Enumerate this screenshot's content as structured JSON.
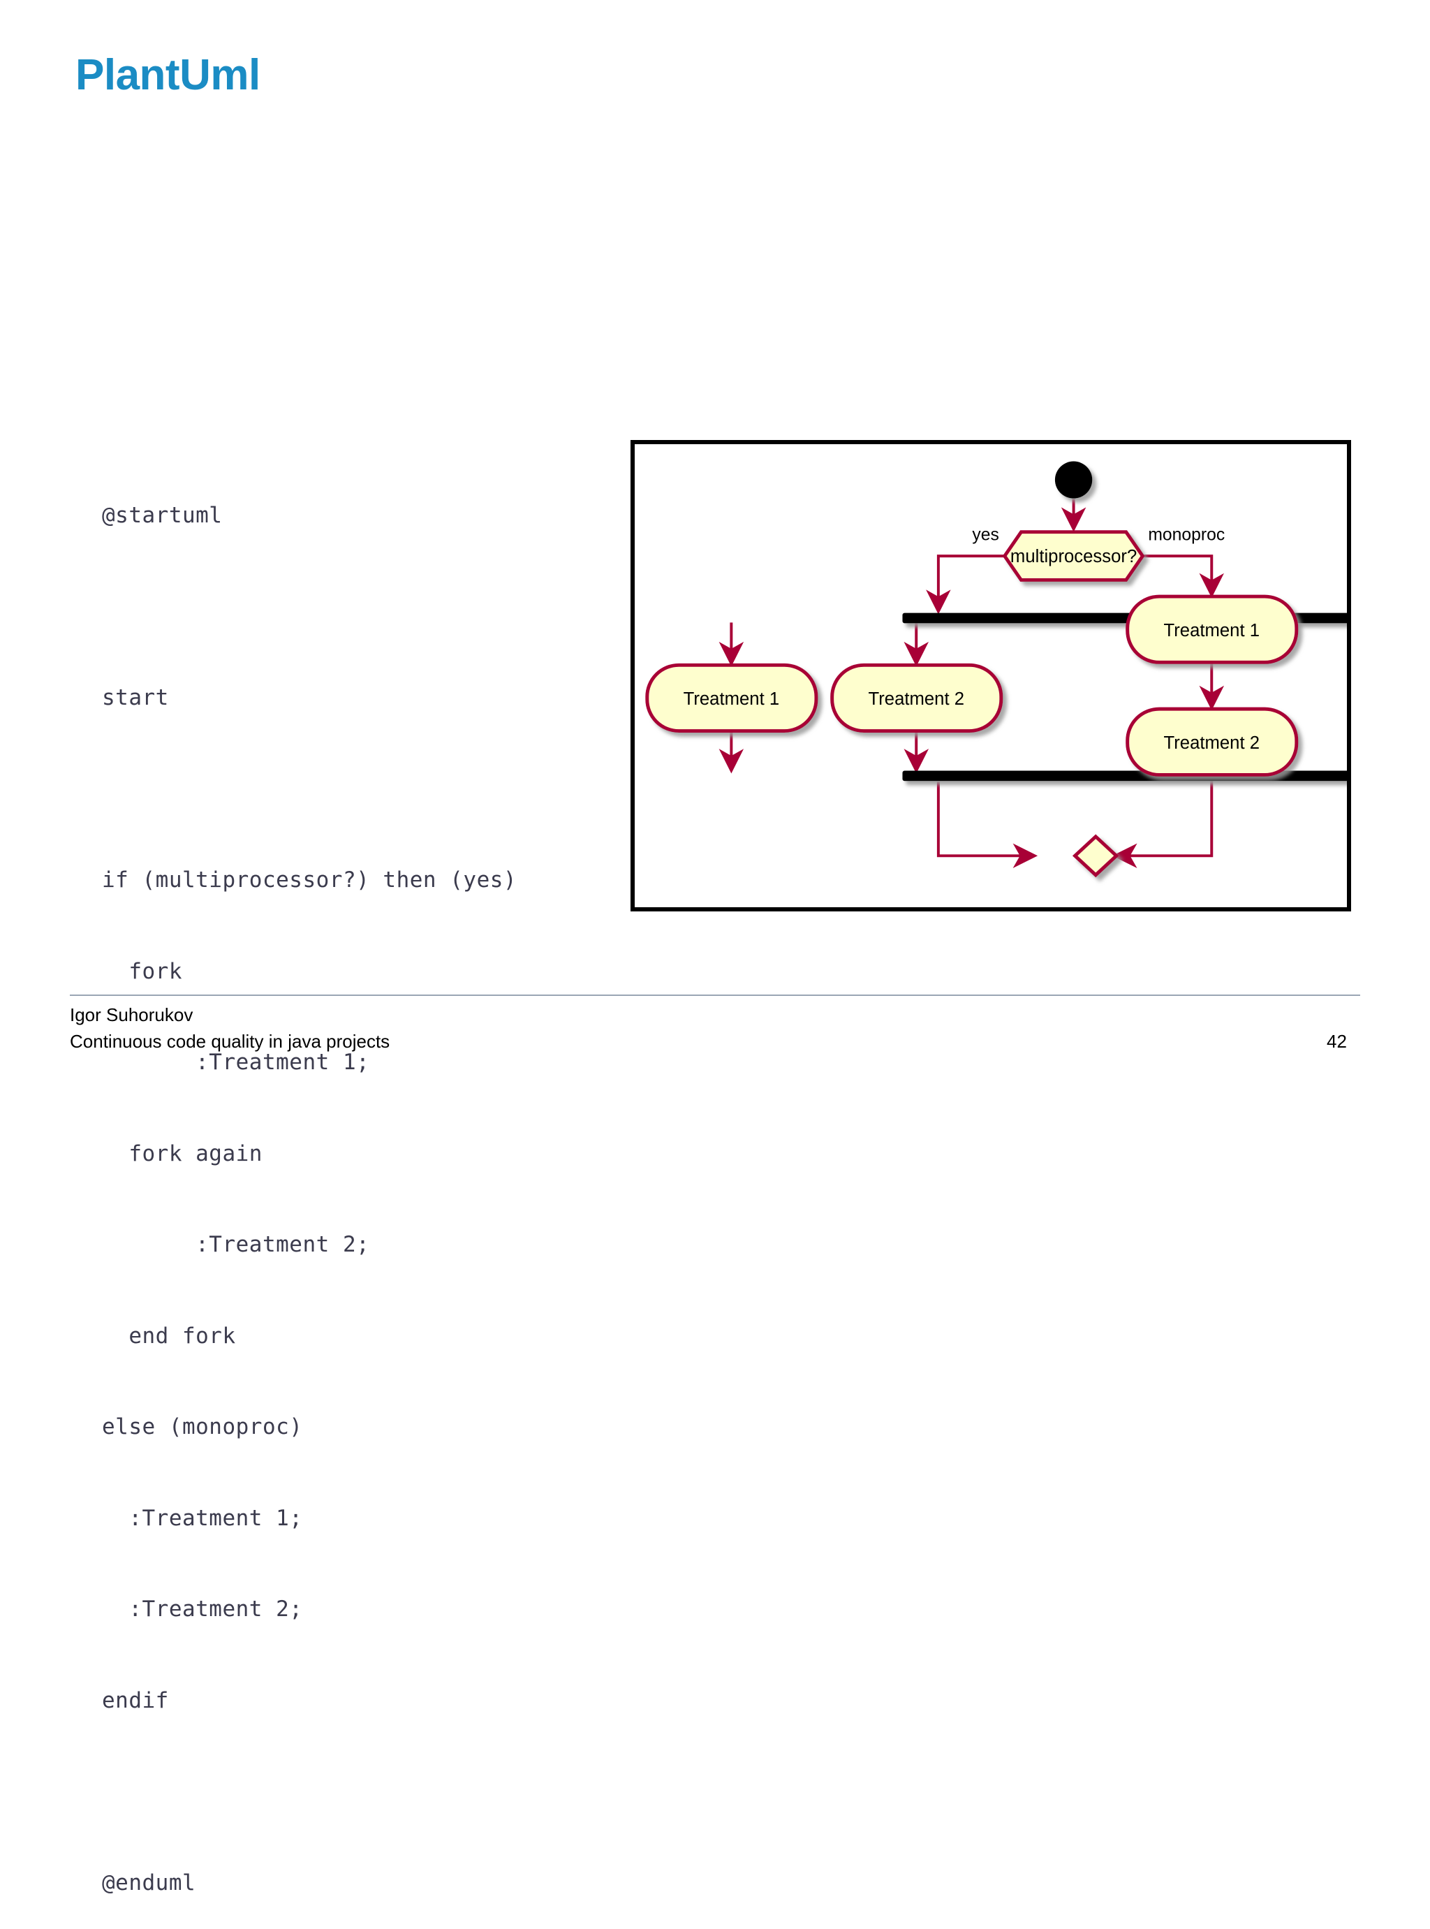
{
  "slide": {
    "title": "PlantUml",
    "title_color": "#1b8cc4",
    "page_number": "42"
  },
  "code": {
    "language": "plantuml",
    "lines": [
      "@startuml",
      "",
      "start",
      "",
      "if (multiprocessor?) then (yes)",
      "  fork",
      "       :Treatment 1;",
      "  fork again",
      "       :Treatment 2;",
      "  end fork",
      "else (monoproc)",
      "  :Treatment 1;",
      "  :Treatment 2;",
      "endif",
      "",
      "@enduml"
    ]
  },
  "diagram": {
    "type": "uml-activity-diagram",
    "colors": {
      "node_fill": "#fefece",
      "node_stroke": "#a80036",
      "arrow": "#a80036",
      "bar": "#000000",
      "frame": "#000000",
      "shadow": "#888888"
    },
    "nodes": [
      {
        "id": "start",
        "kind": "start-circle",
        "label": ""
      },
      {
        "id": "decision",
        "kind": "hexagon",
        "label": "multiprocessor?"
      },
      {
        "id": "fork-top",
        "kind": "fork-bar",
        "label": ""
      },
      {
        "id": "left-treatment-1",
        "kind": "activity",
        "label": "Treatment 1"
      },
      {
        "id": "left-treatment-2",
        "kind": "activity",
        "label": "Treatment 2"
      },
      {
        "id": "fork-bottom",
        "kind": "join-bar",
        "label": ""
      },
      {
        "id": "right-treatment-1",
        "kind": "activity",
        "label": "Treatment 1"
      },
      {
        "id": "right-treatment-2",
        "kind": "activity",
        "label": "Treatment 2"
      },
      {
        "id": "merge",
        "kind": "merge-diamond",
        "label": ""
      }
    ],
    "edge_labels": {
      "yes": "yes",
      "monoproc": "monoproc"
    }
  },
  "footer": {
    "author": "Igor Suhorukov",
    "subtitle": "Continuous code quality in java projects"
  }
}
